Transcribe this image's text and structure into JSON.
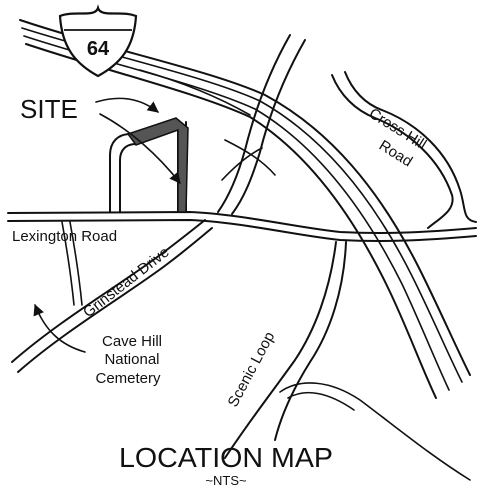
{
  "map": {
    "title": "LOCATION MAP",
    "subtitle": "~NTS~",
    "site_label": "SITE",
    "interstate_number": "64",
    "labels": {
      "lexington_road": "Lexington Road",
      "grinstead_drive": "Grinstead Drive",
      "cross_hill_line1": "Cross Hill",
      "cross_hill_line2": "Road",
      "cave_hill_line1": "Cave Hill",
      "cave_hill_line2": "National",
      "cave_hill_line3": "Cemetery",
      "scenic_loop": "Scenic Loop"
    },
    "colors": {
      "ink": "#111111",
      "site_fill": "#555555",
      "background": "#ffffff"
    }
  }
}
